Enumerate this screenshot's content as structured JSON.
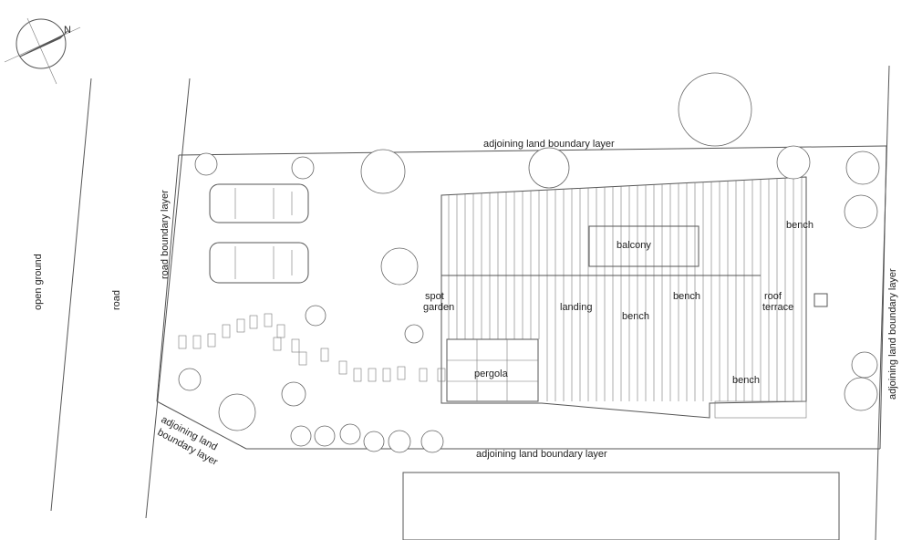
{
  "labels": {
    "open_ground": "open ground",
    "road": "road",
    "road_boundary": "road boundary layer",
    "adjoining_top": "adjoining land boundary layer",
    "adjoining_bottom": "adjoining land boundary layer",
    "adjoining_left_line1": "adjoining land",
    "adjoining_left_line2": "boundary layer",
    "adjoining_right": "adjoining land boundary layer",
    "balcony": "balcony",
    "bench_top_right": "bench",
    "bench_center": "bench",
    "bench_left": "bench",
    "bench_bottom": "bench",
    "roof_terrace_line1": "roof",
    "roof_terrace_line2": "terrace",
    "spot_garden_line1": "spot",
    "spot_garden_line2": "garden",
    "landing": "landing",
    "pergola": "pergola"
  },
  "compass": {
    "icon": "north-arrow-icon",
    "letter": "N"
  },
  "colors": {
    "line": "#555555",
    "background": "#ffffff"
  }
}
